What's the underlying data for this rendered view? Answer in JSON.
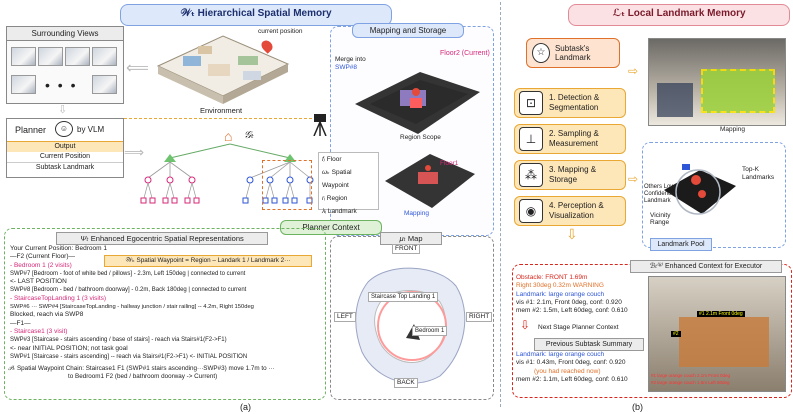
{
  "left_title": "Hierarchical Spatial Memory",
  "left_title_symbol": "𝒲ₜ",
  "right_title": "Local Landmark Memory",
  "right_title_symbol": "ℒₜ",
  "surrounding_views": "Surrounding Views",
  "environment": "Environment",
  "current_position": "current position",
  "mapping_and_storage": "Mapping and Storage",
  "floor2_current": "Floor2 (Current)",
  "floor1": "Floor1",
  "merge_into": "Merge into",
  "swp": "SWP#8",
  "region_scope": "Region Scope",
  "mapping": "Mapping",
  "planner": "Planner",
  "by_vlm": "by VLM",
  "planner_outputs": [
    "Output",
    "Current Position",
    "Subtask Landmark"
  ],
  "graph_symbol": "𝒢ₜ",
  "legend": [
    {
      "sym": "fⱼ",
      "label": "Floor"
    },
    {
      "sym": "ωₖ",
      "label": "Spatial Waypoint"
    },
    {
      "sym": "rᵢ",
      "label": "Region"
    },
    {
      "sym": "λᵢ",
      "label": "Landmark"
    }
  ],
  "planner_context": "Planner Context",
  "ego_title_symbol": "Ψₜ",
  "ego_title": "Enhanced Egocentric Spatial Representations",
  "waypoint_eq": "𝒲ₖ Spatial Waypoint = Region – Landark 1 / Landmark 2···",
  "ego_lines": [
    "Your Current Position: Bedroom 1",
    "—F2 (Current Floor)—",
    "- Bedroom 1 (2 visits)",
    "  SWP#7 [Bedroom - foot of white bed / pillows] - 2.3m, Left 150deg | connected to current",
    "<- LAST POSITION",
    "  SWP#8 [Bedroom - bed / bathroom doorway] - 0.2m, Back 180deg | connected to current",
    "- StaircaseTopLanding 1 (3 visits)",
    "  SWP#6 ··· SWP#4 [StaircaseTopLanding - hallway junction / stair railing] -- 4.2m, Right 150deg",
    "  Blocked, reach via SWP8",
    "—F1—",
    "- Staircase1 (3 visit)",
    "  SWP#3 [Staircase - stairs ascending / base of stairs] - reach via Stairs#1(F2->F1)",
    "<- near INITIAL POSITION; not task goal",
    "  SWP#1 [Staircase - stairs ascending] -- reach via Stairs#1(F2->F1) <- INITIAL POSITION"
  ],
  "chain_symbol": "𝒫ₖ",
  "chain_line1": "Spatial Waypoint Chain: Staircase1 F1 (SWP#1 stairs ascending···SWP#3) move 1.7m to ···",
  "chain_line2": "to Bedroom1 F2 (bed / bathroom doorway -> Current)",
  "map_symbol": "μₜ",
  "map_label": "Map",
  "map_tags": [
    "FRONT",
    "LEFT",
    "RIGHT",
    "BACK",
    "Staircase Top Landing 1",
    "Bedroom 1"
  ],
  "caption_a": "(a)",
  "caption_b": "(b)",
  "subtask_landmark": "Subtask's Landmark",
  "steps": [
    "1. Detection & Segmentation",
    "2. Sampling & Measurement",
    "3. Mapping & Storage",
    "4. Perception & Visualization"
  ],
  "right_mapping": "Mapping",
  "topk": "Top-K Landmarks",
  "others_low_conf": "Others Low Confidence Landmark",
  "vicinity_range": "Vicinity Range",
  "landmark_pool": "Landmark Pool",
  "exec_symbol": "ℬₜ⁽ᵏ⁾",
  "exec_title": "Enhanced Context for Executor",
  "exec_lines": [
    "Obstacle: FRONT 1.69m",
    "Right 30deg 0.32m WARNING",
    "Landmark: large orange couch",
    "vis #1: 2.1m, Front 0deg, conf: 0.920",
    "mem #2: 1.5m, Left 60deg, conf: 0.610"
  ],
  "next_stage": "Next Stage Planner Context",
  "prev_summary": "Previous Subtask Summary",
  "summary_lines": [
    "Landmark: large orange couch",
    "vis #1: 0.43m, Front 0deg, conf: 0.920",
    "(you had reached now)",
    "mem #2: 1.1m, Left 60deg, conf: 0.610"
  ],
  "img_labels": [
    "#1 2.1m Front 0deg",
    "#2",
    "#1 large orange couch 2.1m Front 0deg",
    "#2 large orange couch 1.5m Left 60deg"
  ]
}
